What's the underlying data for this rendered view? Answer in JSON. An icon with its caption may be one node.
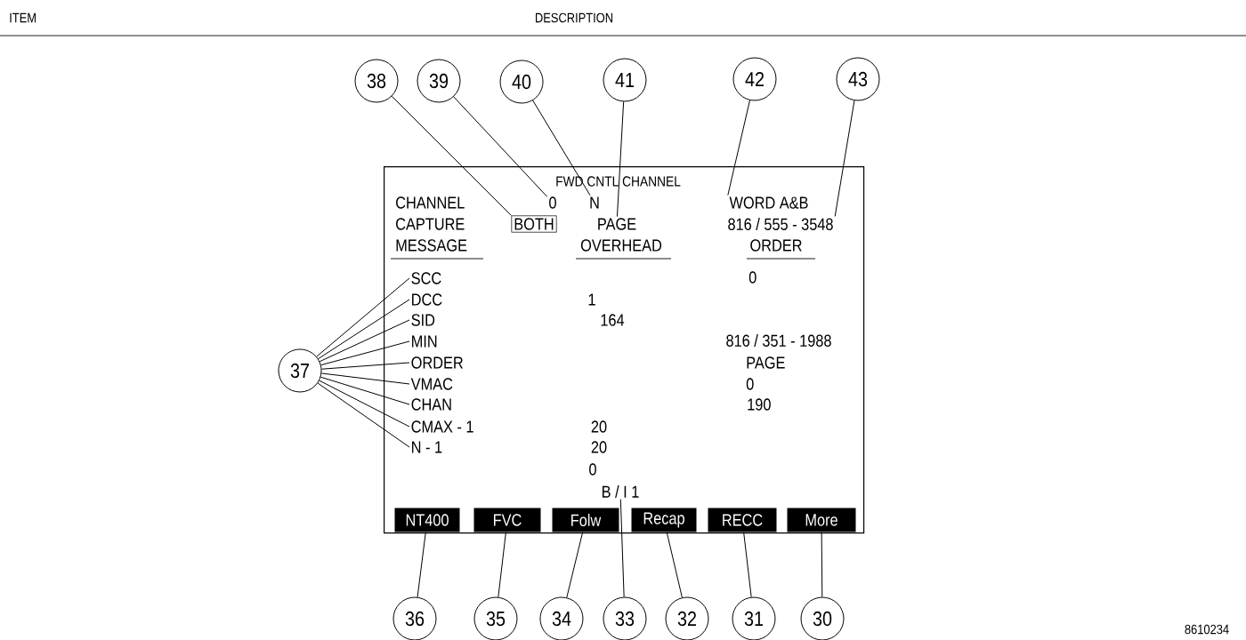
{
  "diagram": {
    "nodes": [
      {
        "text": [
          "FWD CNTL CHANNEL"
        ]
      },
      {
        "text": [
          "38"
        ]
      },
      {
        "text": [
          "39"
        ]
      },
      {
        "text": [
          "40"
        ]
      },
      {
        "text": [
          "41"
        ]
      },
      {
        "text": [
          "42"
        ]
      },
      {
        "text": [
          "43"
        ]
      },
      {
        "text": [
          "0"
        ],
        "in": 0
      },
      {
        "text": [
          "N"
        ],
        "in": 0
      },
      {
        "text": [
          "WORD A&B"
        ],
        "in": 0
      },
      {
        "text": [
          "BOTH"
        ],
        "in": 0
      },
      {
        "text": [
          "PAGE"
        ],
        "in": 0
      },
      {
        "text": [
          "816 / 555 - 3548"
        ],
        "in": 0
      },
      {
        "text": [
          "SCC"
        ],
        "in": 0
      },
      {
        "text": [
          "DCC"
        ],
        "in": 0
      },
      {
        "text": [
          "SID"
        ],
        "in": 0
      },
      {
        "text": [
          "MIN"
        ],
        "in": 0
      },
      {
        "text": [
          "ORDER"
        ],
        "in": 0
      },
      {
        "text": [
          "VMAC"
        ],
        "in": 0
      },
      {
        "text": [
          "CHAN"
        ],
        "in": 0
      },
      {
        "text": [
          "CMAX - 1"
        ],
        "in": 0
      },
      {
        "text": [
          "N - 1"
        ],
        "in": 0
      },
      {
        "text": [
          "B / I 1"
        ],
        "in": 0
      },
      {
        "text": [
          "NT400"
        ],
        "in": 0
      },
      {
        "text": [
          "FVC"
        ],
        "in": 0
      },
      {
        "text": [
          "Folw"
        ],
        "in": 0
      },
      {
        "text": [
          "Recap"
        ],
        "in": 0
      },
      {
        "text": [
          "RECC"
        ],
        "in": 0
      },
      {
        "text": [
          "More"
        ],
        "in": 0
      },
      {
        "text": [
          "37"
        ]
      },
      {
        "text": [
          "36"
        ]
      },
      {
        "text": [
          "35"
        ]
      },
      {
        "text": [
          "34"
        ]
      },
      {
        "text": [
          "33"
        ]
      },
      {
        "text": [
          "32"
        ]
      },
      {
        "text": [
          "31"
        ]
      },
      {
        "text": [
          "30"
        ]
      }
    ],
    "edges": [
      {
        "from": 1,
        "to": 10,
        "arrow": "none"
      },
      {
        "from": 2,
        "to": 7,
        "arrow": "none"
      },
      {
        "from": 3,
        "to": 8,
        "arrow": "none"
      },
      {
        "from": 4,
        "to": 11,
        "arrow": "none"
      },
      {
        "from": 5,
        "to": 9,
        "arrow": "none"
      },
      {
        "from": 6,
        "to": 12,
        "arrow": "none"
      },
      {
        "from": 29,
        "to": 13,
        "arrow": "none"
      },
      {
        "from": 29,
        "to": 14,
        "arrow": "none"
      },
      {
        "from": 29,
        "to": 15,
        "arrow": "none"
      },
      {
        "from": 29,
        "to": 16,
        "arrow": "none"
      },
      {
        "from": 29,
        "to": 17,
        "arrow": "none"
      },
      {
        "from": 29,
        "to": 18,
        "arrow": "none"
      },
      {
        "from": 29,
        "to": 19,
        "arrow": "none"
      },
      {
        "from": 29,
        "to": 20,
        "arrow": "none"
      },
      {
        "from": 29,
        "to": 21,
        "arrow": "none"
      },
      {
        "from": 30,
        "to": 23,
        "arrow": "none"
      },
      {
        "from": 31,
        "to": 24,
        "arrow": "none"
      },
      {
        "from": 32,
        "to": 25,
        "arrow": "none"
      },
      {
        "from": 33,
        "to": 22,
        "arrow": "none"
      },
      {
        "from": 34,
        "to": 26,
        "arrow": "none"
      },
      {
        "from": 35,
        "to": 27,
        "arrow": "none"
      },
      {
        "from": 36,
        "to": 28,
        "arrow": "none"
      }
    ],
    "labels": [
      "ITEM",
      "DESCRIPTION",
      "CHANNEL",
      "CAPTURE",
      "MESSAGE",
      "OVERHEAD",
      "ORDER",
      "0",
      "1",
      "164",
      "816 / 351 - 1988",
      "PAGE",
      "0",
      "190",
      "20",
      "20",
      "0",
      "8610234"
    ]
  }
}
